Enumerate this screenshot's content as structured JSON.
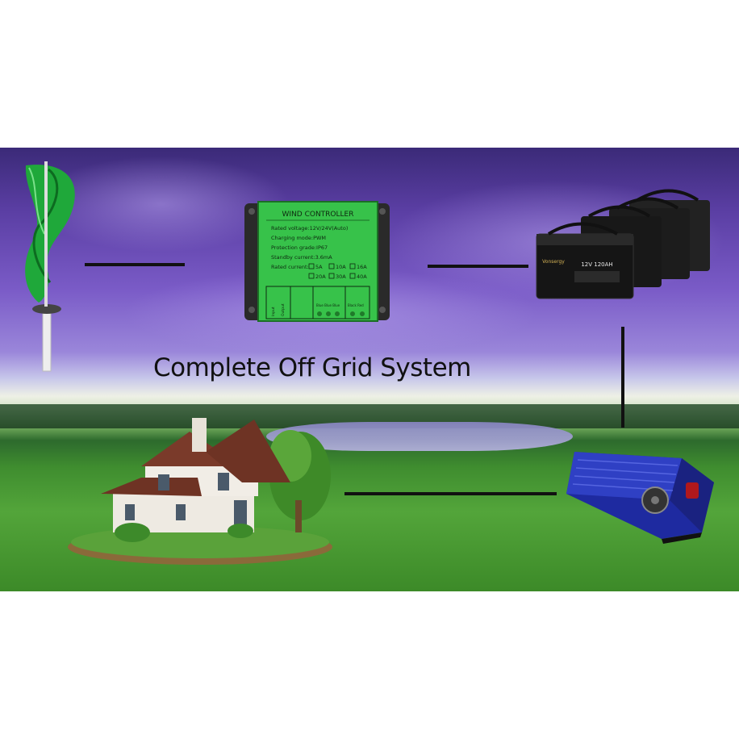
{
  "title": "Complete Off Grid System",
  "controller": {
    "heading": "WIND CONTROLLER",
    "lines": [
      "Rated voltage:12V/24V(Auto)",
      "Charging mode:PWM",
      "Protection grade:IP67",
      "Standby current:3.6mA"
    ],
    "rated_current_label": "Rated current:",
    "current_options_row1": [
      "5A",
      "10A",
      "16A"
    ],
    "current_options_row2": [
      "20A",
      "30A",
      "40A"
    ],
    "terminal_labels": [
      "Input",
      "Output",
      "Blue Blue Blue",
      "Black Red"
    ]
  },
  "battery": {
    "label": "12V 120AH",
    "brand": "Vonsergy"
  },
  "colors": {
    "controller_green": "#37c24a",
    "turbine_green": "#1fa83a",
    "inverter_blue": "#2333a8",
    "line": "#111111"
  },
  "icons": [
    "wind-turbine-icon",
    "wind-controller-icon",
    "battery-bank-icon",
    "power-inverter-icon",
    "house-icon"
  ]
}
